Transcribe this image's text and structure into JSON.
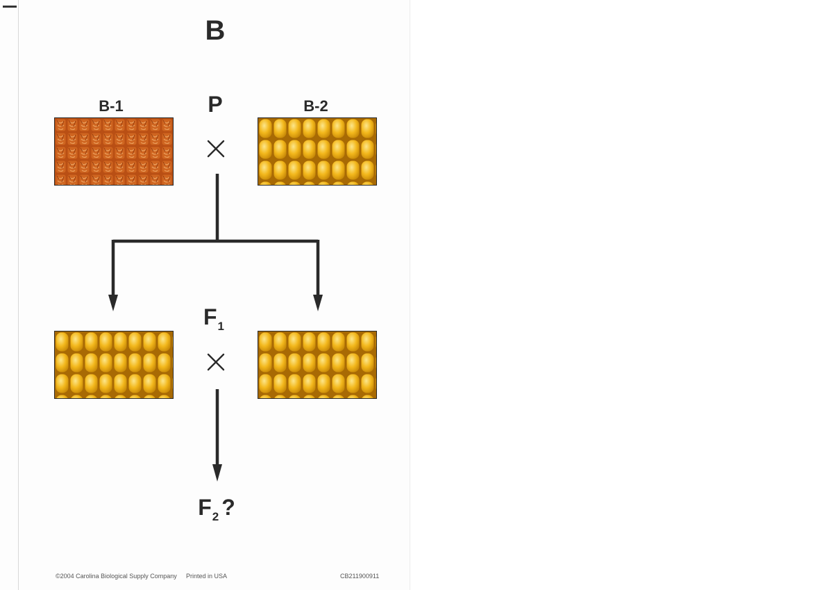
{
  "card": {
    "letter": "B",
    "parents": {
      "generation_label": "P",
      "left_label": "B-1",
      "right_label": "B-2",
      "cross_symbol": "×"
    },
    "f1": {
      "generation_letter": "F",
      "generation_sub": "1",
      "cross_symbol": "×"
    },
    "f2": {
      "generation_letter": "F",
      "generation_sub": "2",
      "suffix": "?"
    },
    "footer": {
      "copyright": "©2004 Carolina Biological Supply Company",
      "printed": "Printed in USA",
      "code": "CB211900911"
    }
  },
  "colors": {
    "ink": "#2a2a2a",
    "kernel_yellow": "#f2b418",
    "kernel_highlight": "#fbe27a",
    "kernel_shadow": "#c98a08",
    "shriveled_orange": "#c4581a",
    "shriveled_light": "#e8a060"
  },
  "icons": {
    "cross": "multiplication-sign",
    "arrow": "down-arrow"
  }
}
